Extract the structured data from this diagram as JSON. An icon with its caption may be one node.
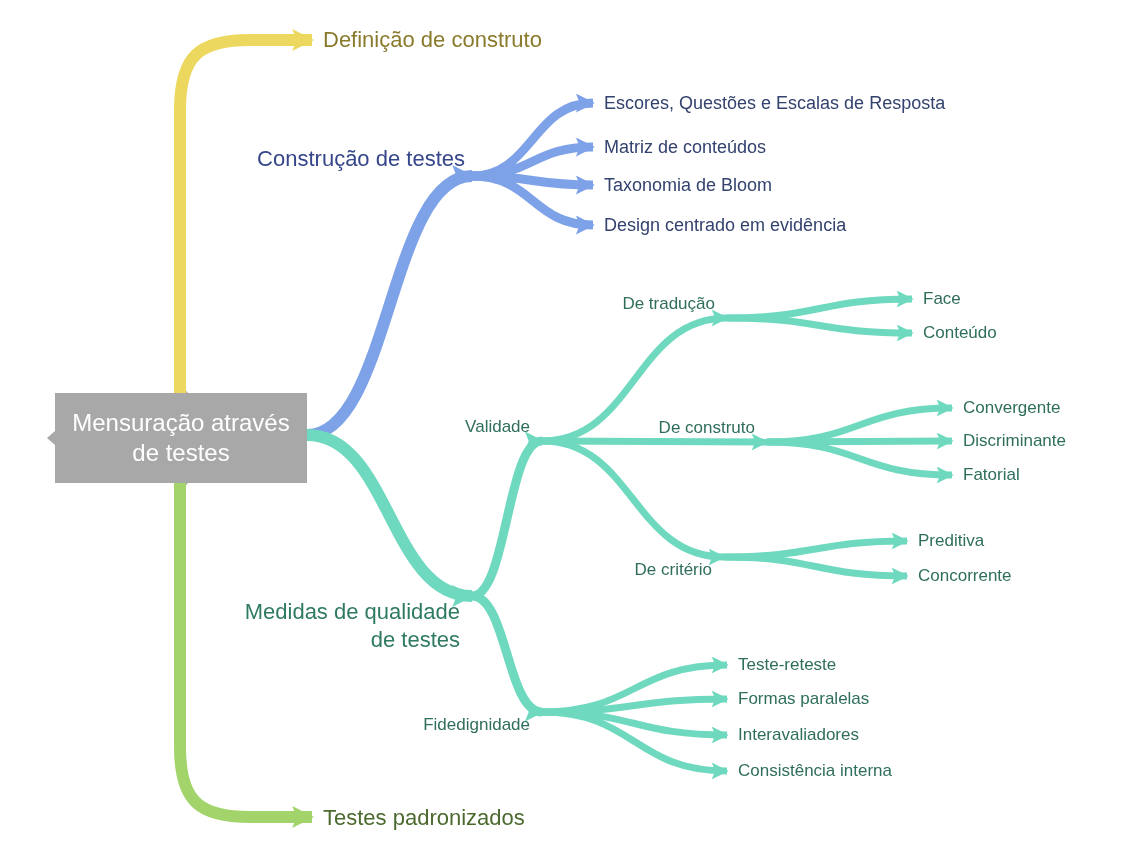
{
  "diagram": {
    "nodes": [
      {
        "text": [
          "Mensuração através de testes"
        ]
      },
      {
        "text": [
          "Definição de construto"
        ]
      },
      {
        "text": [
          "Construção de testes"
        ]
      },
      {
        "text": [
          "Escores, Questões e Escalas de Resposta"
        ]
      },
      {
        "text": [
          "Matriz de conteúdos"
        ]
      },
      {
        "text": [
          "Taxonomia de Bloom"
        ]
      },
      {
        "text": [
          "Design centrado em evidência"
        ]
      },
      {
        "text": [
          "Medidas de qualidade de testes"
        ]
      },
      {
        "text": [
          "Validade"
        ]
      },
      {
        "text": [
          "De tradução"
        ]
      },
      {
        "text": [
          "Face"
        ]
      },
      {
        "text": [
          "Conteúdo"
        ]
      },
      {
        "text": [
          "De construto"
        ]
      },
      {
        "text": [
          "Convergente"
        ]
      },
      {
        "text": [
          "Discriminante"
        ]
      },
      {
        "text": [
          "Fatorial"
        ]
      },
      {
        "text": [
          "De critério"
        ]
      },
      {
        "text": [
          "Preditiva"
        ]
      },
      {
        "text": [
          "Concorrente"
        ]
      },
      {
        "text": [
          "Fidedignidade"
        ]
      },
      {
        "text": [
          "Teste-reteste"
        ]
      },
      {
        "text": [
          "Formas paralelas"
        ]
      },
      {
        "text": [
          "Interavaliadores"
        ]
      },
      {
        "text": [
          "Consistência interna"
        ]
      },
      {
        "text": [
          "Testes padronizados"
        ]
      }
    ],
    "edges": [
      {
        "from": 0,
        "to": 1,
        "arrow": "to",
        "color": "#ecd85e"
      },
      {
        "from": 0,
        "to": 2,
        "arrow": "to",
        "color": "#7ea2e8"
      },
      {
        "from": 2,
        "to": 3,
        "arrow": "to",
        "color": "#7ea2e8"
      },
      {
        "from": 2,
        "to": 4,
        "arrow": "to",
        "color": "#7ea2e8"
      },
      {
        "from": 2,
        "to": 5,
        "arrow": "to",
        "color": "#7ea2e8"
      },
      {
        "from": 2,
        "to": 6,
        "arrow": "to",
        "color": "#7ea2e8"
      },
      {
        "from": 0,
        "to": 7,
        "arrow": "to"
      },
      {
        "from": 7,
        "to": 8,
        "arrow": "to"
      },
      {
        "from": 8,
        "to": 9,
        "arrow": "to"
      },
      {
        "from": 9,
        "to": 10,
        "arrow": "to"
      },
      {
        "from": 9,
        "to": 11,
        "arrow": "to"
      },
      {
        "from": 8,
        "to": 12,
        "arrow": "to"
      },
      {
        "from": 12,
        "to": 13,
        "arrow": "to"
      },
      {
        "from": 12,
        "to": 14,
        "arrow": "to"
      },
      {
        "from": 12,
        "to": 15,
        "arrow": "to"
      },
      {
        "from": 8,
        "to": 16,
        "arrow": "to"
      },
      {
        "from": 16,
        "to": 17,
        "arrow": "to"
      },
      {
        "from": 16,
        "to": 18,
        "arrow": "to"
      },
      {
        "from": 7,
        "to": 19,
        "arrow": "to"
      },
      {
        "from": 19,
        "to": 20,
        "arrow": "to"
      },
      {
        "from": 19,
        "to": 21,
        "arrow": "to"
      },
      {
        "from": 19,
        "to": 22,
        "arrow": "to"
      },
      {
        "from": 19,
        "to": 23,
        "arrow": "to"
      },
      {
        "from": 0,
        "to": 24,
        "arrow": "to",
        "color": "#a3d46c"
      }
    ]
  }
}
